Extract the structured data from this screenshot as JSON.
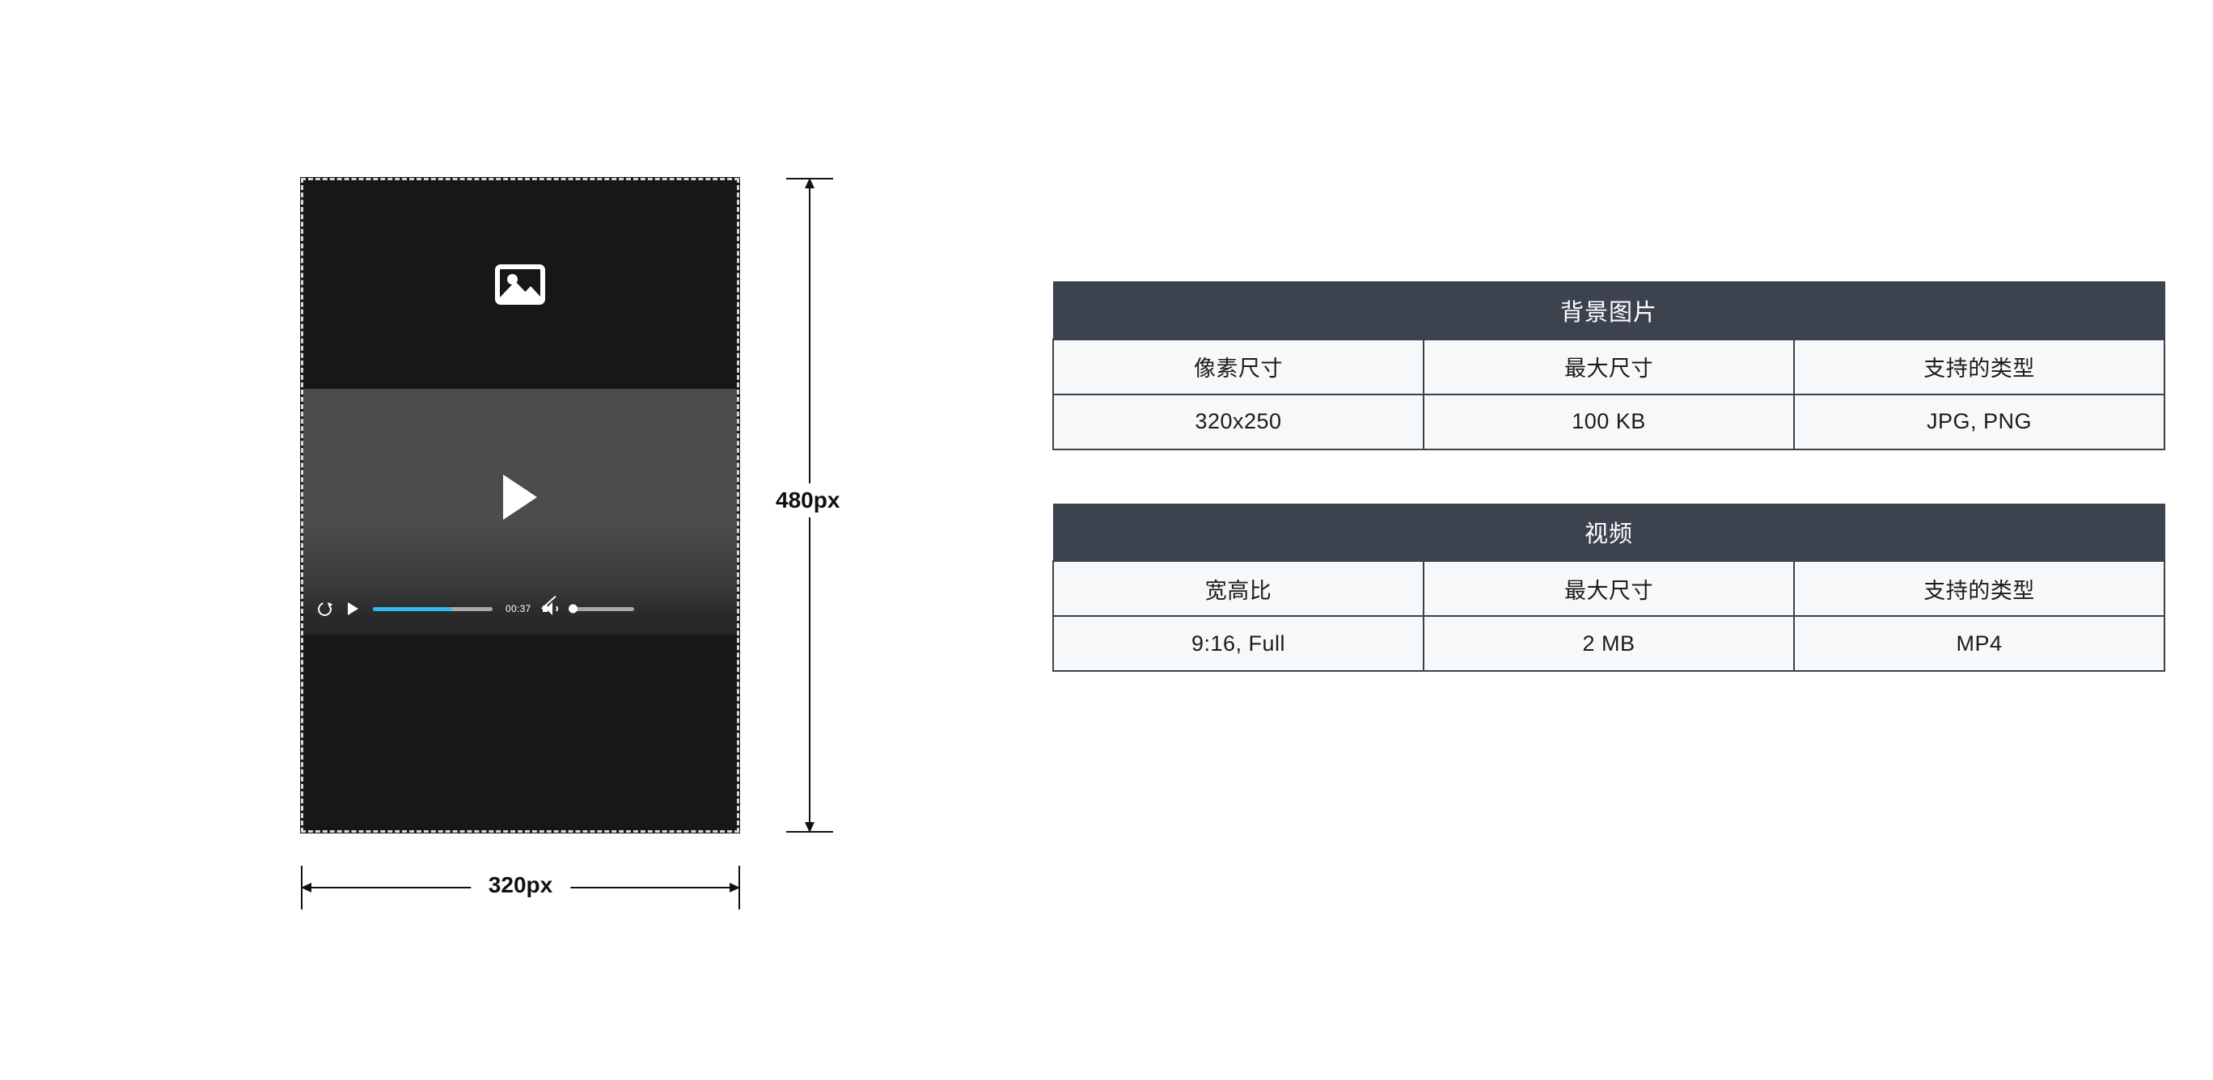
{
  "mockup": {
    "image_placeholder_icon": "image-placeholder-icon",
    "play_button_icon": "play-icon",
    "video_controls": {
      "replay_icon": "replay-icon",
      "play_icon": "play-icon",
      "progress_percent": 66,
      "time": "00:37",
      "mute_icon": "volume-muted-icon",
      "volume_percent": 0
    }
  },
  "dimensions": {
    "height_label": "480px",
    "width_label": "320px"
  },
  "colors": {
    "accent": "#35b9ef",
    "table_header": "#3c434f",
    "table_cell": "#f6f8fa",
    "frame_background": "#171717",
    "video_background": "#4b4b4b"
  },
  "tables": [
    {
      "caption": "背景图片",
      "headers": [
        "像素尺寸",
        "最大尺寸",
        "支持的类型"
      ],
      "values": [
        "320x250",
        "100 KB",
        "JPG, PNG"
      ]
    },
    {
      "caption": "视频",
      "headers": [
        "宽高比",
        "最大尺寸",
        "支持的类型"
      ],
      "values": [
        "9:16, Full",
        "2 MB",
        "MP4"
      ]
    }
  ]
}
